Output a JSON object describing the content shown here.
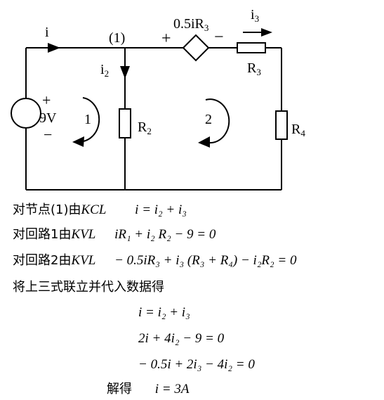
{
  "circuit": {
    "label_i": "i",
    "label_node": "(1)",
    "label_i2": "i",
    "label_i2_sub": "2",
    "label_i3": "i",
    "label_i3_sub": "3",
    "source_plus": "+",
    "source_minus": "−",
    "source_value": "9V",
    "dep_source_plus": "+",
    "dep_source_minus": "−",
    "dep_source_value": "0.5iR",
    "dep_source_sub": "3",
    "R2": "R",
    "R2_sub": "2",
    "R3": "R",
    "R3_sub": "3",
    "R4": "R",
    "R4_sub": "4",
    "loop1": "1",
    "loop2": "2"
  },
  "equations": {
    "line1_prefix": "对节点(1)由",
    "line1_law": "KCL",
    "line1_eq": "i = i₂ + i₃",
    "line2_prefix": "对回路1由",
    "line2_law": "KVL",
    "line2_eq": "iR₁ + i₂ R₂ − 9 = 0",
    "line3_prefix": "对回路2由",
    "line3_law": "KVL",
    "line3_eq": "− 0.5iR₃ + i₃ (R₃ + R₄) − i₂R₂ = 0",
    "line4": "将上三式联立并代入数据得",
    "sys1": "i = i₂ + i₃",
    "sys2": "2i + 4i₂ − 9 = 0",
    "sys3": "− 0.5i + 2i₃ − 4i₂ = 0",
    "solve_prefix": "解得",
    "solve_eq": "i = 3A"
  }
}
